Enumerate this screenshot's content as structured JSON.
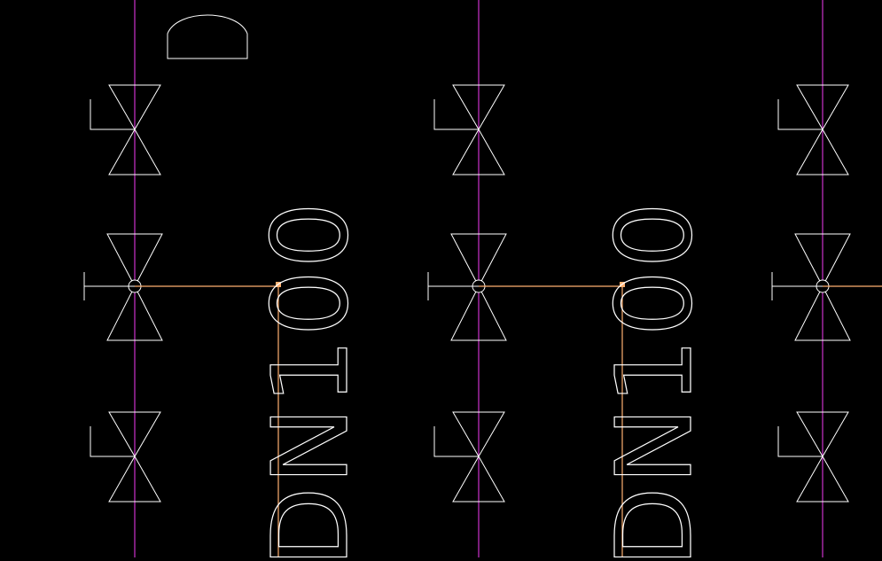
{
  "drawing": {
    "background_color": "#000000",
    "pipe_color": "#cc33cc",
    "symbol_color": "#ffffff",
    "branch_color": "#ffb070",
    "label_text": "DN100"
  },
  "columns": [
    {
      "id": "column-1",
      "label": "DN100",
      "symbols": [
        "angle-valve-icon",
        "gate-valve-with-actuator-icon",
        "angle-valve-icon"
      ],
      "has_branch": true,
      "has_dome_cap": true
    },
    {
      "id": "column-2",
      "label": "DN100",
      "symbols": [
        "angle-valve-icon",
        "gate-valve-with-actuator-icon",
        "angle-valve-icon"
      ],
      "has_branch": true,
      "has_dome_cap": false
    },
    {
      "id": "column-3",
      "label": "",
      "symbols": [
        "angle-valve-icon",
        "gate-valve-with-actuator-icon",
        "angle-valve-icon"
      ],
      "has_branch": true,
      "has_dome_cap": false
    }
  ]
}
